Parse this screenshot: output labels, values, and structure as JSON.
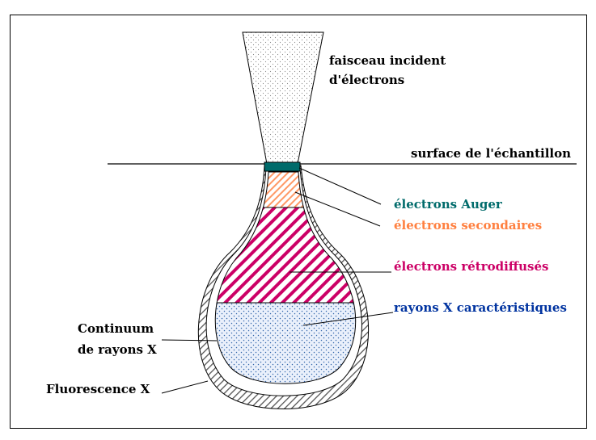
{
  "labels": {
    "beam_line1": "faisceau incident",
    "beam_line2": "d'électrons",
    "surface": "surface de l'échantillon",
    "auger": "électrons Auger",
    "secondary": "électrons secondaires",
    "backscattered": "électrons rétrodiffusés",
    "xray_char": "rayons X caractéristiques",
    "continuum_line1": "Continuum",
    "continuum_line2": "de rayons X",
    "fluorescence": "Fluorescence X"
  },
  "colors": {
    "auger": "#006b6b",
    "secondary": "#ff8040",
    "backscattered": "#cc0066",
    "xray_char": "#0033a0",
    "text": "#000000",
    "border": "#000000"
  }
}
